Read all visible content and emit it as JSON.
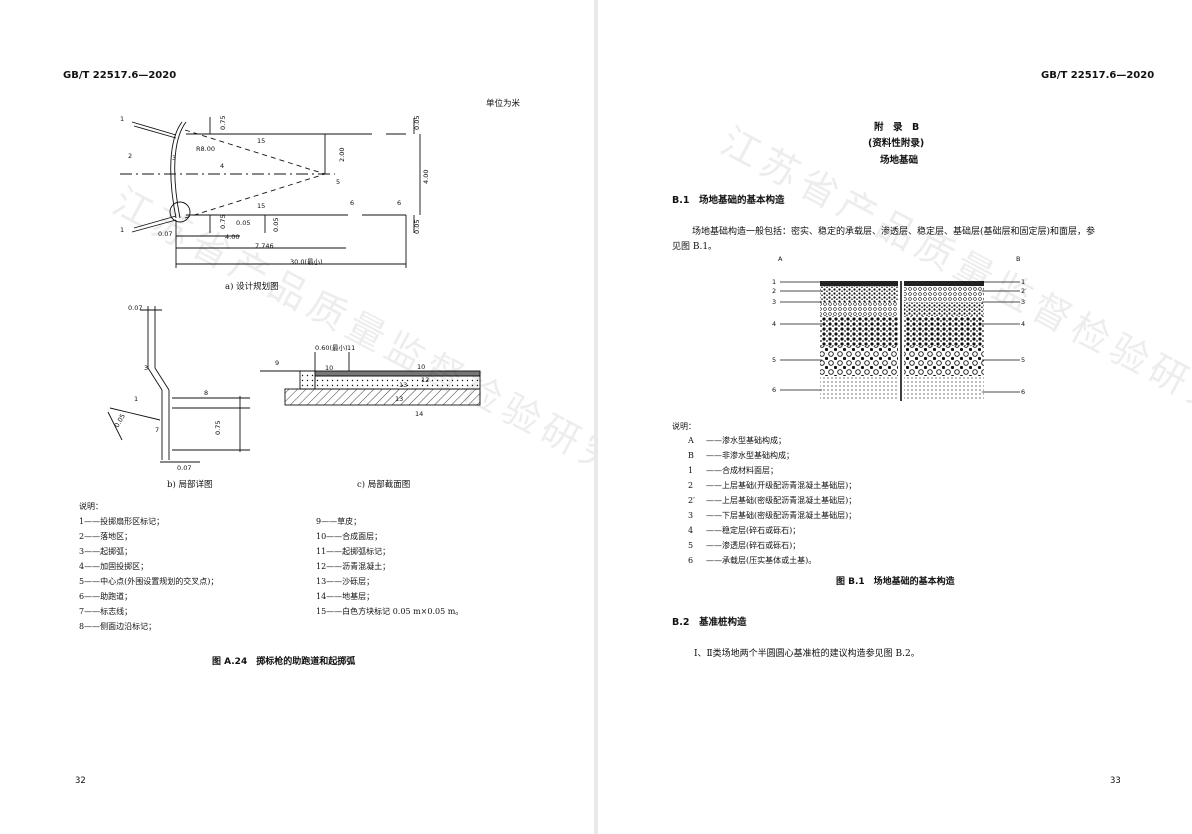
{
  "left_page": {
    "standard": "GB/T 22517.6—2020",
    "unit": "单位为米",
    "page_number": "32",
    "fig_a": {
      "caption": "a) 设计规划图",
      "callouts": [
        "1",
        "1",
        "2",
        "3",
        "4",
        "5",
        "6",
        "6",
        "15",
        "15"
      ],
      "dims": [
        "0.75",
        "0.05",
        "R8.00",
        "2.00",
        "4.00",
        "0.05",
        "0.75",
        "0.05",
        "0.05",
        "4.00",
        "0.07",
        "7.746",
        "30.0(最小)"
      ]
    },
    "fig_b": {
      "caption": "b) 局部详图",
      "callouts": [
        "3",
        "8",
        "1",
        "7"
      ],
      "dims": [
        "0.07",
        "0.05",
        "0.75",
        "0.07"
      ]
    },
    "fig_c": {
      "caption": "c) 局部截面图",
      "callouts": [
        "9",
        "10",
        "10",
        "11",
        "12",
        "13",
        "13",
        "14"
      ],
      "dims": [
        "0.60(最小)"
      ]
    },
    "legend_title": "说明：",
    "legend_left": [
      "1——投掷扇形区标记；",
      "2——落地区；",
      "3——起掷弧；",
      "4——加固投掷区；",
      "5——中心点(外围设置规划的交叉点)；",
      "6——助跑道；",
      "7——标志线；",
      "8——侧面边沿标记；"
    ],
    "legend_right": [
      "9——草皮；",
      "10——合成面层；",
      "11——起掷弧标记；",
      "12——沥青混凝土；",
      "13——沙砾层；",
      "14——地基层；",
      "15——白色方块标记 0.05 m×0.05 m。"
    ],
    "figure_caption": "图 A.24　掷标枪的助跑道和起掷弧",
    "watermark": "江苏省产品质量监督检验研究院内部收藏"
  },
  "right_page": {
    "standard": "GB/T 22517.6—2020",
    "page_number": "33",
    "appendix_title": "附　录　B",
    "appendix_type": "(资料性附录)",
    "appendix_name": "场地基础",
    "b1_heading": "B.1　场地基础的基本构造",
    "b1_para_line1": "场地基础构造一般包括：密实、稳定的承载层、渗透层、稳定层、基础层(基础层和固定层)和面层，参",
    "b1_para_line2": "见图 B.1。",
    "figure": {
      "label_a": "A",
      "label_b": "B",
      "left_labels": [
        "1",
        "2",
        "3",
        "4",
        "5",
        "6"
      ],
      "right_labels": [
        "1",
        "2′",
        "3",
        "4",
        "5",
        "6"
      ]
    },
    "legend_title": "说明：",
    "legend": [
      {
        "key": "A",
        "text": "——渗水型基础构成；"
      },
      {
        "key": "B",
        "text": "——非渗水型基础构成；"
      },
      {
        "key": "1",
        "text": "——合成材料面层；"
      },
      {
        "key": "2",
        "text": "——上层基础(开级配沥青混凝土基础层)；"
      },
      {
        "key": "2′",
        "text": "——上层基础(密级配沥青混凝土基础层)；"
      },
      {
        "key": "3",
        "text": "——下层基础(密级配沥青混凝土基础层)；"
      },
      {
        "key": "4",
        "text": "——稳定层(碎石或砾石)；"
      },
      {
        "key": "5",
        "text": "——渗透层(碎石或砾石)；"
      },
      {
        "key": "6",
        "text": "——承载层(压实基体或土基)。"
      }
    ],
    "figure_caption": "图 B.1　场地基础的基本构造",
    "b2_heading": "B.2　基准桩构造",
    "b2_para": "Ⅰ、Ⅱ类场地两个半圆圆心基准桩的建议构造参见图 B.2。",
    "watermark": "江苏省产品质量监督检验研究院内部收藏"
  }
}
